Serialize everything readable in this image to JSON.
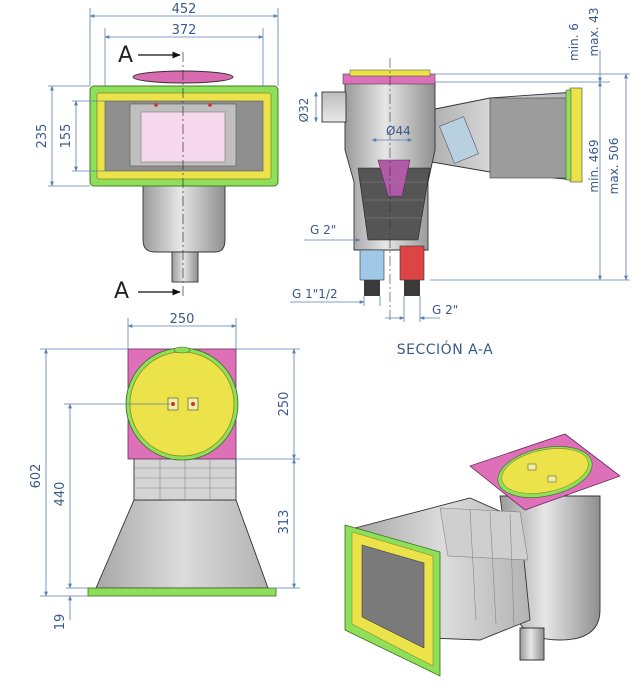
{
  "front_view": {
    "width_total": "452",
    "width_inner": "372",
    "height_total": "235",
    "height_inner": "155",
    "section_mark_top": "A",
    "section_mark_bottom": "A"
  },
  "section_view": {
    "pipe_diameter": "Ø32",
    "inner_diameter": "Ø44",
    "outlet_side": "G 2\"",
    "outlet_left": "G 1\"1/2",
    "outlet_bottom": "G 2\"",
    "lid_min": "min. 6",
    "lid_max": "max. 43",
    "depth_min": "min. 469",
    "depth_max": "max. 506",
    "caption": "SECCIÓN A-A"
  },
  "top_view": {
    "width": "250",
    "lid_height": "250",
    "total_height": "602",
    "body_height": "440",
    "throat_height": "313",
    "base_height": "19"
  },
  "colors": {
    "lid_yellow": "#ece24a",
    "frame_green": "#8ee05a",
    "lid_pink": "#dd70b8",
    "body_grey": "#c9c9c9",
    "dim_blue": "#3a5a8c"
  }
}
